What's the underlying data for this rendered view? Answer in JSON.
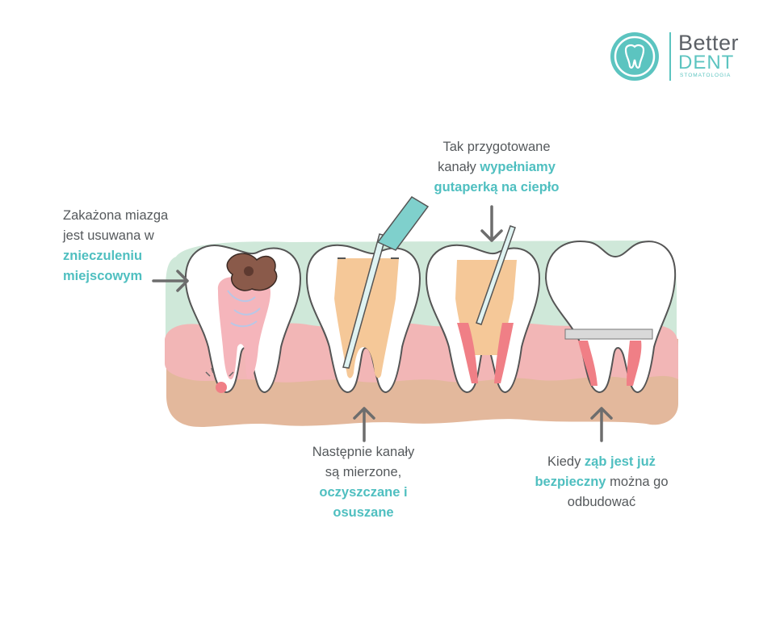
{
  "logo": {
    "brand_top": "Better",
    "brand_bottom": "DENT",
    "subtitle": "STOMATOLOGIA"
  },
  "labels": {
    "left": {
      "line1": "Zakażona miazga",
      "line2": "jest usuwana w",
      "hl1": "znieczuleniu",
      "hl2": "miejscowym"
    },
    "top": {
      "line1": "Tak przygotowane",
      "line2_pre": "kanały ",
      "line2_hl": "wypełniamy",
      "line3_hl": "gutaperką na ciepło"
    },
    "middle": {
      "line1": "Następnie kanały",
      "line2": "są mierzone,",
      "hl1": "oczyszczane i",
      "hl2": "osuszane"
    },
    "right": {
      "line1_pre": "Kiedy ",
      "line1_hl": "ząb jest już",
      "line2_hl": "bezpieczny",
      "line2_post": " można go",
      "line3": "odbudować"
    }
  },
  "colors": {
    "accent": "#4fbfc0",
    "text": "#55595c",
    "gum_back": "#cfe8d9",
    "gum_pink": "#f2b6b6",
    "bone": "#e3b89c",
    "filling": "#f5c898",
    "pulp": "#f07f86",
    "caries": "#8a5a4a",
    "arrow": "#6d6d6d"
  }
}
